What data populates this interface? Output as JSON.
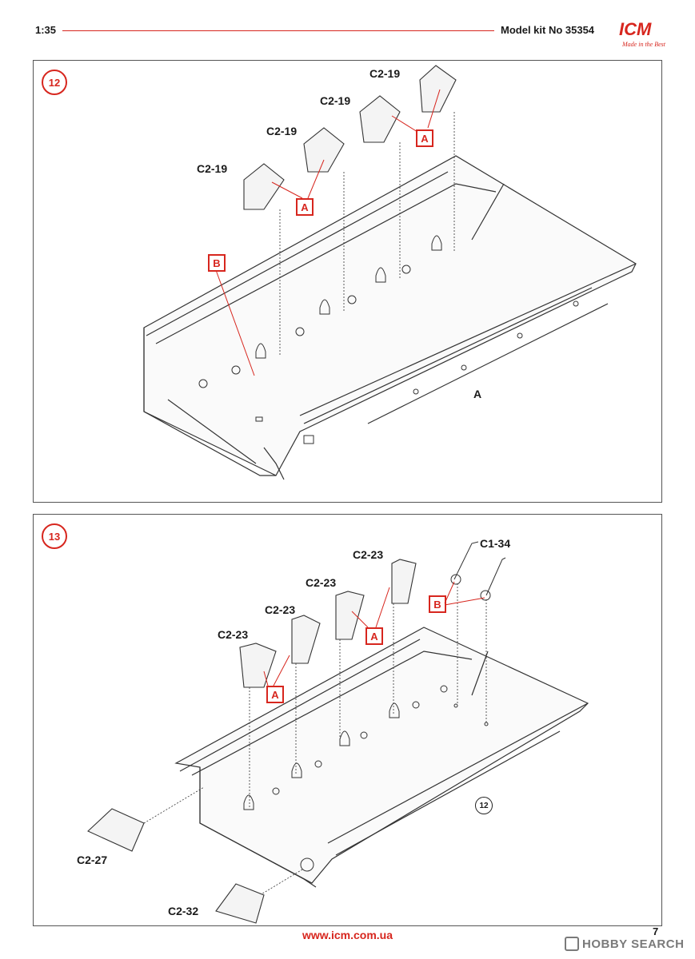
{
  "header": {
    "scale": "1:35",
    "model": "Model kit No 35354",
    "logo_text": "ICM",
    "logo_tagline": "Made in the Best"
  },
  "steps": [
    {
      "number": "12",
      "parts": [
        "C2-19",
        "C2-19",
        "C2-19",
        "C2-19"
      ],
      "tags": [
        "A",
        "A",
        "B"
      ],
      "view_label": "A"
    },
    {
      "number": "13",
      "parts": [
        "C2-23",
        "C2-23",
        "C2-23",
        "C2-23",
        "C1-34",
        "C2-27",
        "C2-32"
      ],
      "tags": [
        "A",
        "A",
        "B"
      ],
      "ref_step": "12"
    }
  ],
  "footer": {
    "url": "www.icm.com.ua",
    "page": "7"
  },
  "watermark": {
    "text": "HOBBY SEARCH"
  },
  "colors": {
    "accent": "#d7261e",
    "line": "#333333"
  }
}
